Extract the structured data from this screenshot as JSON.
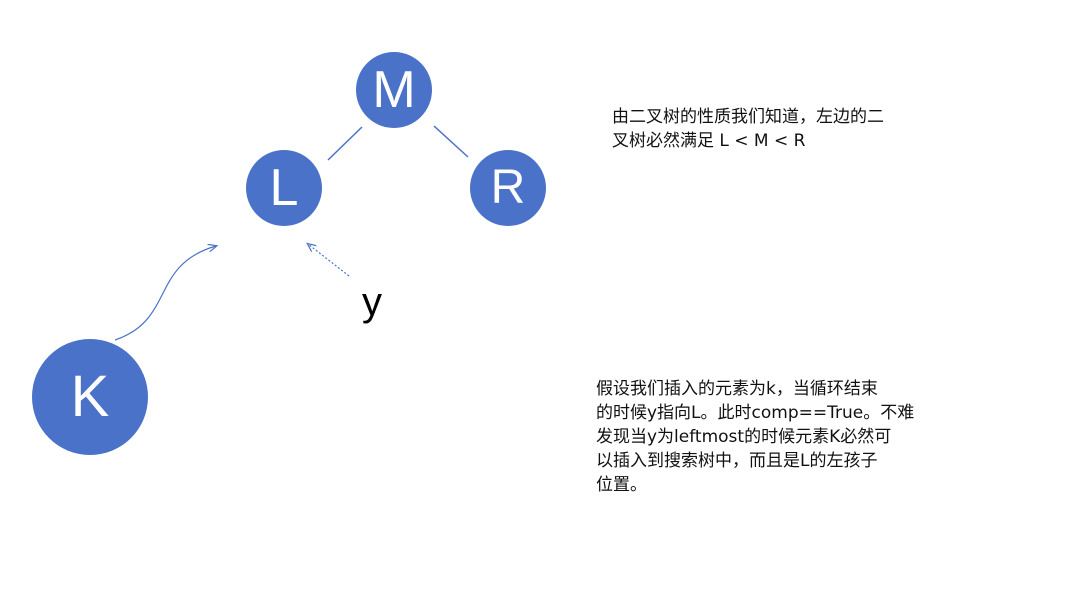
{
  "colors": {
    "node_fill": "#4A72C8",
    "edge": "#4A72C8",
    "text": "#111111"
  },
  "nodes": {
    "m": "M",
    "l": "L",
    "r": "R",
    "k": "K"
  },
  "pointer_label": "y",
  "notes": {
    "property": [
      "由二叉树的性质我们知道，左边的二",
      "叉树必然满足 L < M < R"
    ],
    "insertion": [
      "假设我们插入的元素为k，当循环结束",
      "的时候y指向L。此时comp==True。不难",
      "发现当y为leftmost的时候元素K必然可",
      "以插入到搜索树中，而且是L的左孩子",
      "位置。"
    ]
  }
}
